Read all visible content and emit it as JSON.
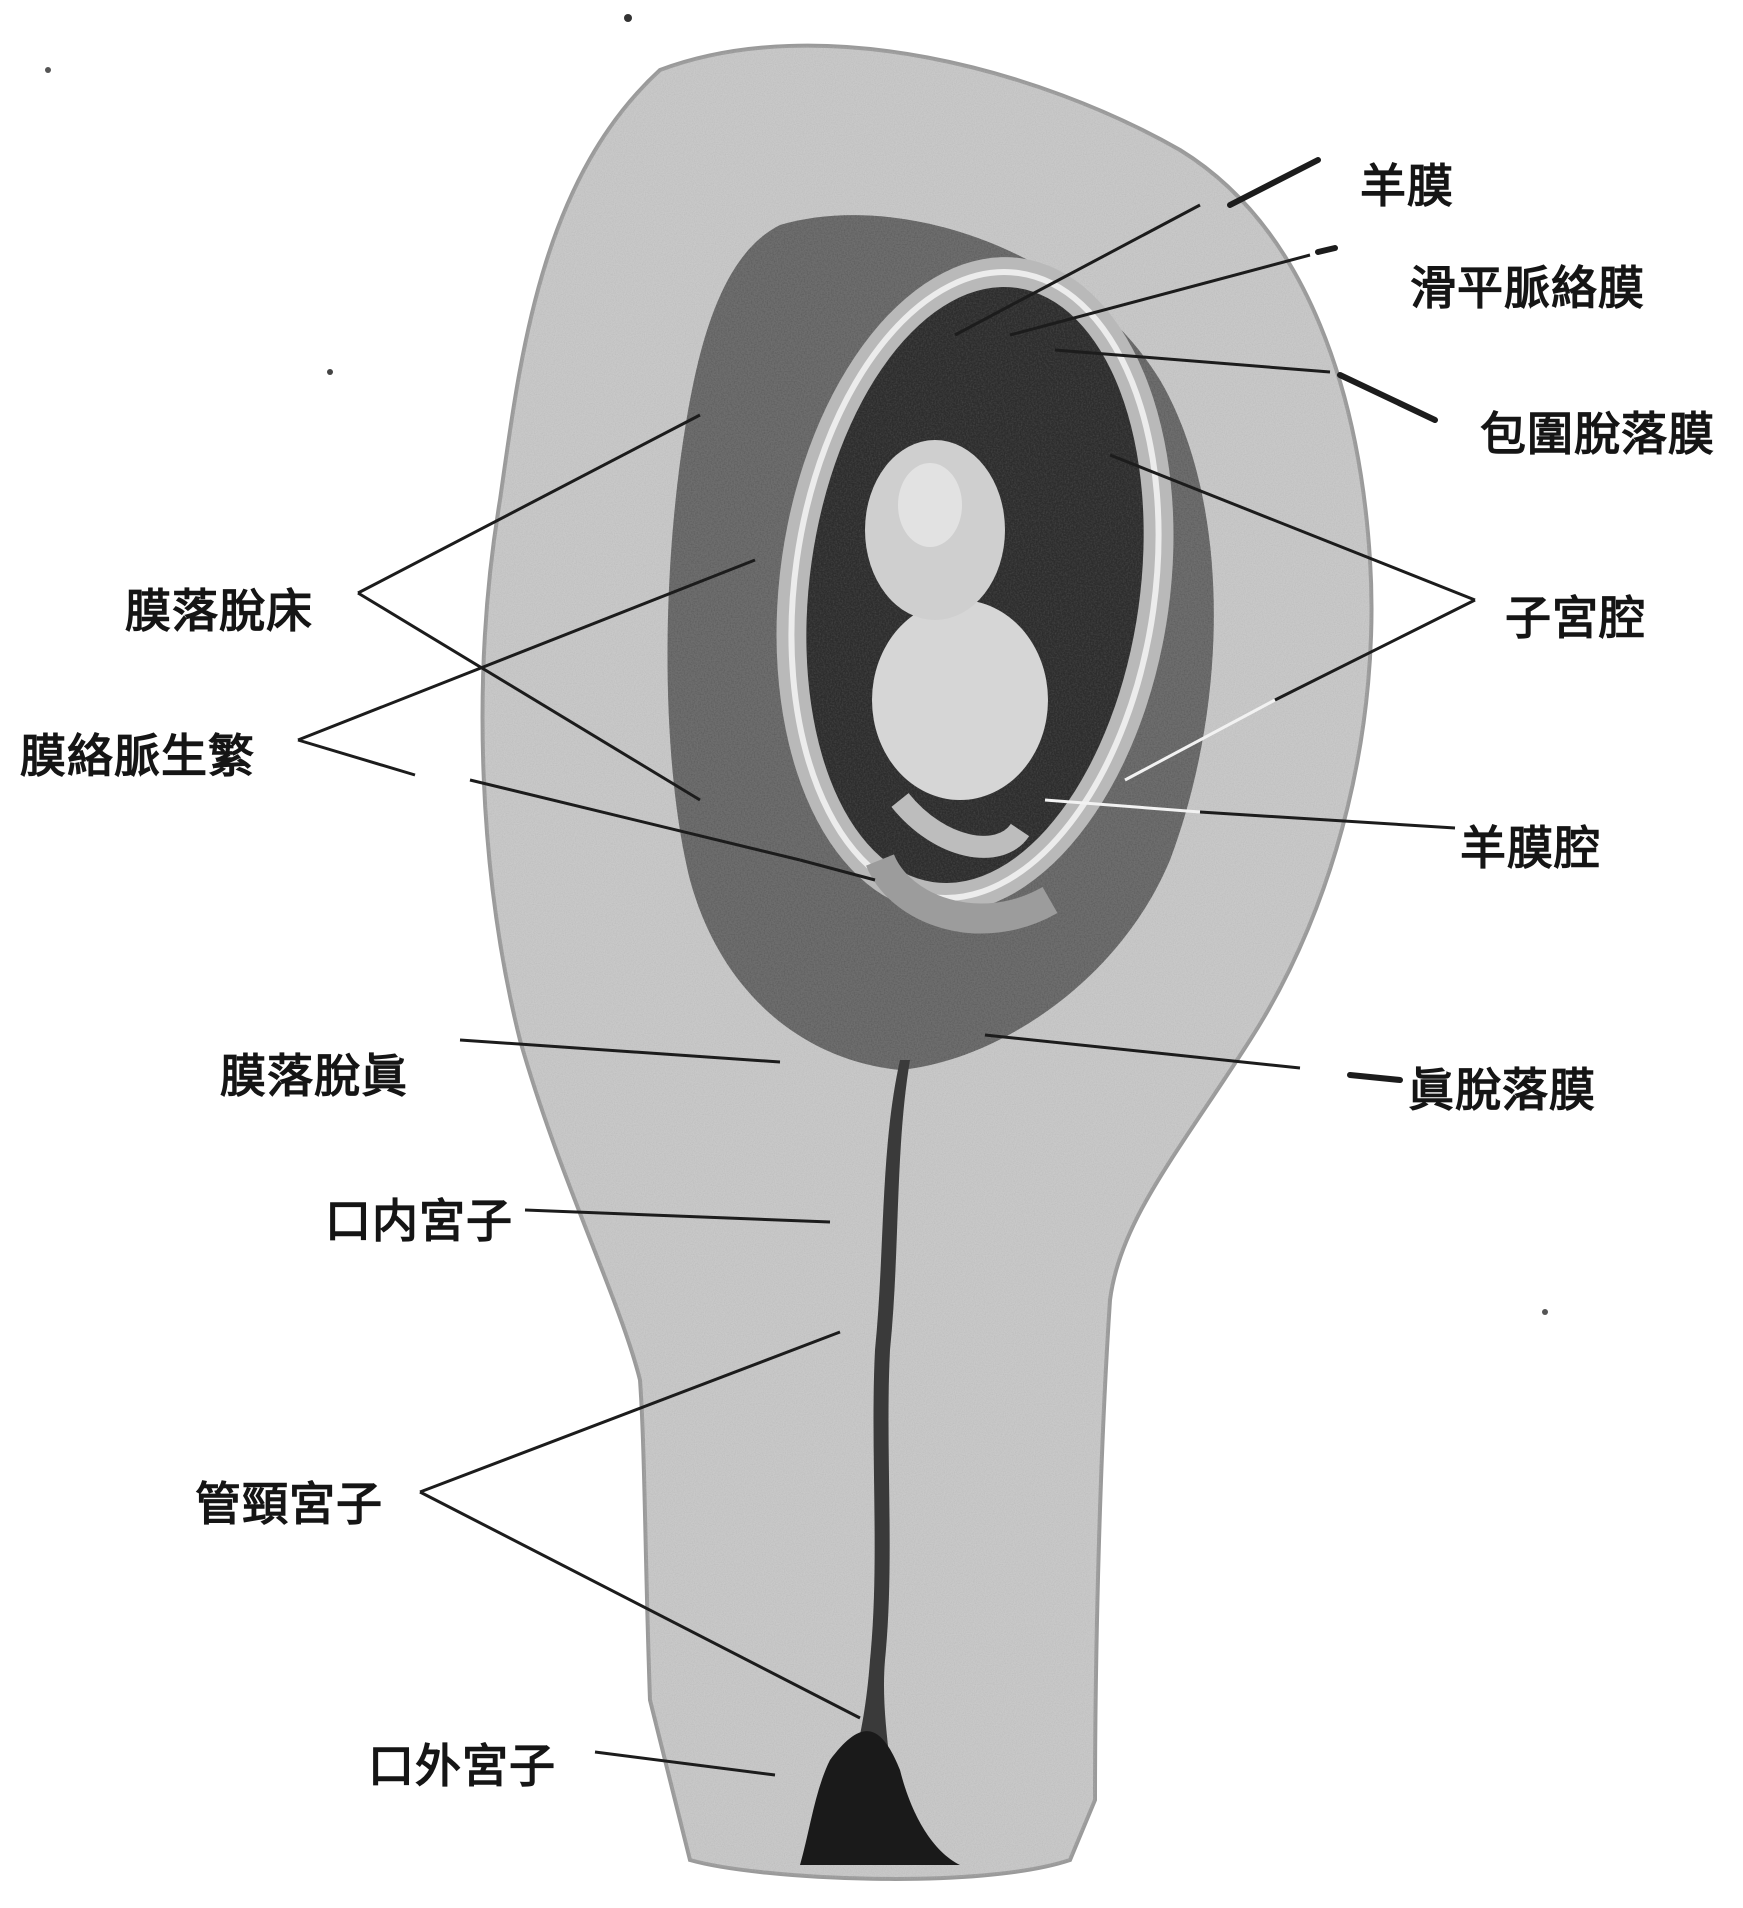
{
  "figure": {
    "labels": {
      "amnion": "羊膜",
      "chorion_laeve": "滑平脈絡膜",
      "decidua_capsularis": "包圍脫落膜",
      "uterine_cavity": "子宮腔",
      "amniotic_cavity": "羊膜腔",
      "decidua_vera": "眞脫落膜",
      "decidua_basalis": "膜落脫床",
      "chorion_frondosum": "膜絡脈生繁",
      "decidua_vera_left": "膜落脫眞",
      "internal_os": "口内宮子",
      "cervical_canal": "管頸宮子",
      "external_os": "口外宮子"
    }
  }
}
